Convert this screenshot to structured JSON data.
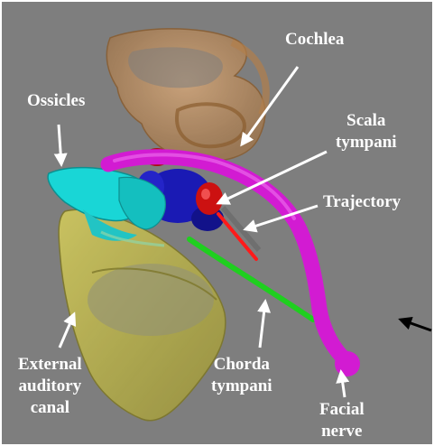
{
  "labels": {
    "cochlea": [
      "Cochlea"
    ],
    "ossicles": [
      "Ossicles"
    ],
    "scala_tympani": [
      "Scala",
      "tympani"
    ],
    "trajectory": [
      "Trajectory"
    ],
    "external_auditory_canal": [
      "External",
      "auditory",
      "canal"
    ],
    "chorda_tympani": [
      "Chorda",
      "tympani"
    ],
    "facial_nerve": [
      "Facial",
      "nerve"
    ]
  },
  "colors": {
    "background": "#7e7e7e",
    "border": "#ffffff",
    "label_text": "#ffffff",
    "arrows": "#ffffff",
    "cochlea": "#c8925a",
    "ossicles": "#19d6d6",
    "scala_tympani": "#cc1111",
    "trajectory": "#ff1a1a",
    "external_auditory_canal": "#c9c24a",
    "chorda_tympani": "#1fcf1f",
    "facial_nerve": "#d21bd2",
    "inner_structures": "#1a1ab4",
    "edge_arrow": "#000000"
  }
}
